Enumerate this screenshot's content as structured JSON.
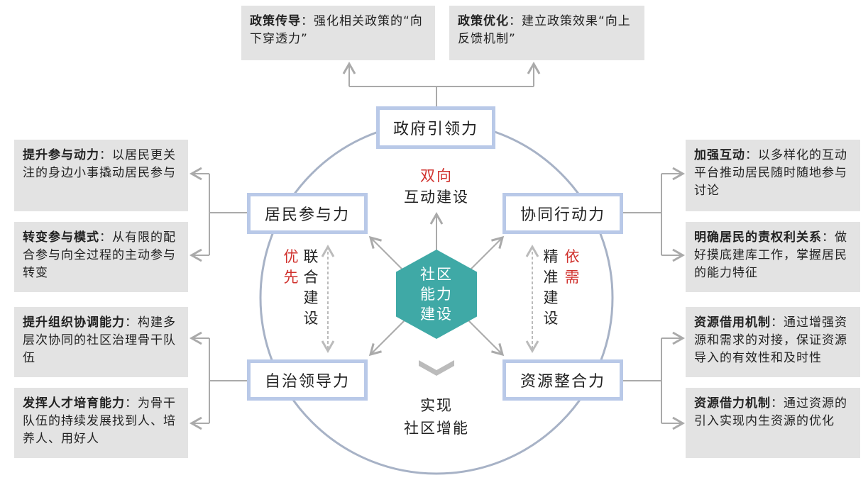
{
  "top": [
    {
      "title": "政策传导",
      "text": "：强化相关政策的“向下穿透力”"
    },
    {
      "title": "政策优化",
      "text": "：建立政策效果“向上反馈机制”"
    }
  ],
  "core": {
    "gov": "政府引领力",
    "resident": "居民参与力",
    "coop": "协同行动力",
    "self": "自治领导力",
    "resource": "资源整合力",
    "center": "社区能力建设"
  },
  "labels": {
    "two_way": "双向",
    "interact": "互动建设",
    "priority": "优先",
    "joint": "联合建设",
    "need": "依需",
    "precise": "精准建设",
    "realize": "实现",
    "empower": "社区增能"
  },
  "left": [
    {
      "title": "提升参与动力",
      "text": "：以居民更关注的身边小事撬动居民参与"
    },
    {
      "title": "转变参与模式",
      "text": "：从有限的配合参与向全过程的主动参与转变"
    },
    {
      "title": "提升组织协调能力",
      "text": "：构建多层次协同的社区治理骨干队伍"
    },
    {
      "title": "发挥人才培育能力",
      "text": "：为骨干队伍的持续发展找到人、培养人、用好人"
    }
  ],
  "right": [
    {
      "title": "加强互动",
      "text": "：以多样化的互动平台推动居民随时随地参与讨论"
    },
    {
      "title": "明确居民的责权利关系",
      "text": "：做好摸底建库工作，掌握居民的能力特征"
    },
    {
      "title": "资源借用机制",
      "text": "：通过增强资源和需求的对接，保证资源导入的有效性和及时性"
    },
    {
      "title": "资源借力机制",
      "text": "：通过资源的引入实现内生资源的优化"
    }
  ],
  "colors": {
    "teal": "#3fa9a6",
    "border": "#b9c9e8",
    "red": "#d0312d",
    "box": "#e3e3e3"
  }
}
